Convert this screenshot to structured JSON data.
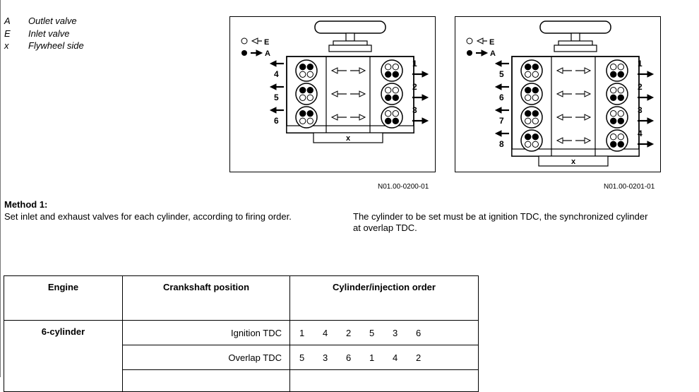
{
  "legend": [
    {
      "key": "A",
      "label": "Outlet valve"
    },
    {
      "key": "E",
      "label": "Inlet valve"
    },
    {
      "key": "x",
      "label": "Flywheel side"
    }
  ],
  "figures": [
    {
      "id": "N01.00-0200-01",
      "symbols": {
        "inlet": "E",
        "outlet": "A",
        "flywheel": "x"
      },
      "left_cylinders": [
        "4",
        "5",
        "6"
      ],
      "right_cylinders": [
        "1",
        "2",
        "3"
      ]
    },
    {
      "id": "N01.00-0201-01",
      "symbols": {
        "inlet": "E",
        "outlet": "A",
        "flywheel": "x"
      },
      "left_cylinders": [
        "5",
        "6",
        "7",
        "8"
      ],
      "right_cylinders": [
        "1",
        "2",
        "3",
        "4"
      ]
    }
  ],
  "method": {
    "title": "Method 1:",
    "text_left": "Set inlet and exhaust valves for each cylinder, according to firing order.",
    "text_right": "The cylinder to be set must be at ignition TDC, the synchronized cylinder at overlap TDC."
  },
  "table": {
    "headers": [
      "Engine",
      "Crankshaft position",
      "Cylinder/injection order"
    ],
    "engine": "6-cylinder",
    "rows": [
      {
        "position": "Ignition TDC",
        "order": [
          "1",
          "4",
          "2",
          "5",
          "3",
          "6"
        ]
      },
      {
        "position": "Overlap TDC",
        "order": [
          "5",
          "3",
          "6",
          "1",
          "4",
          "2"
        ]
      }
    ]
  }
}
